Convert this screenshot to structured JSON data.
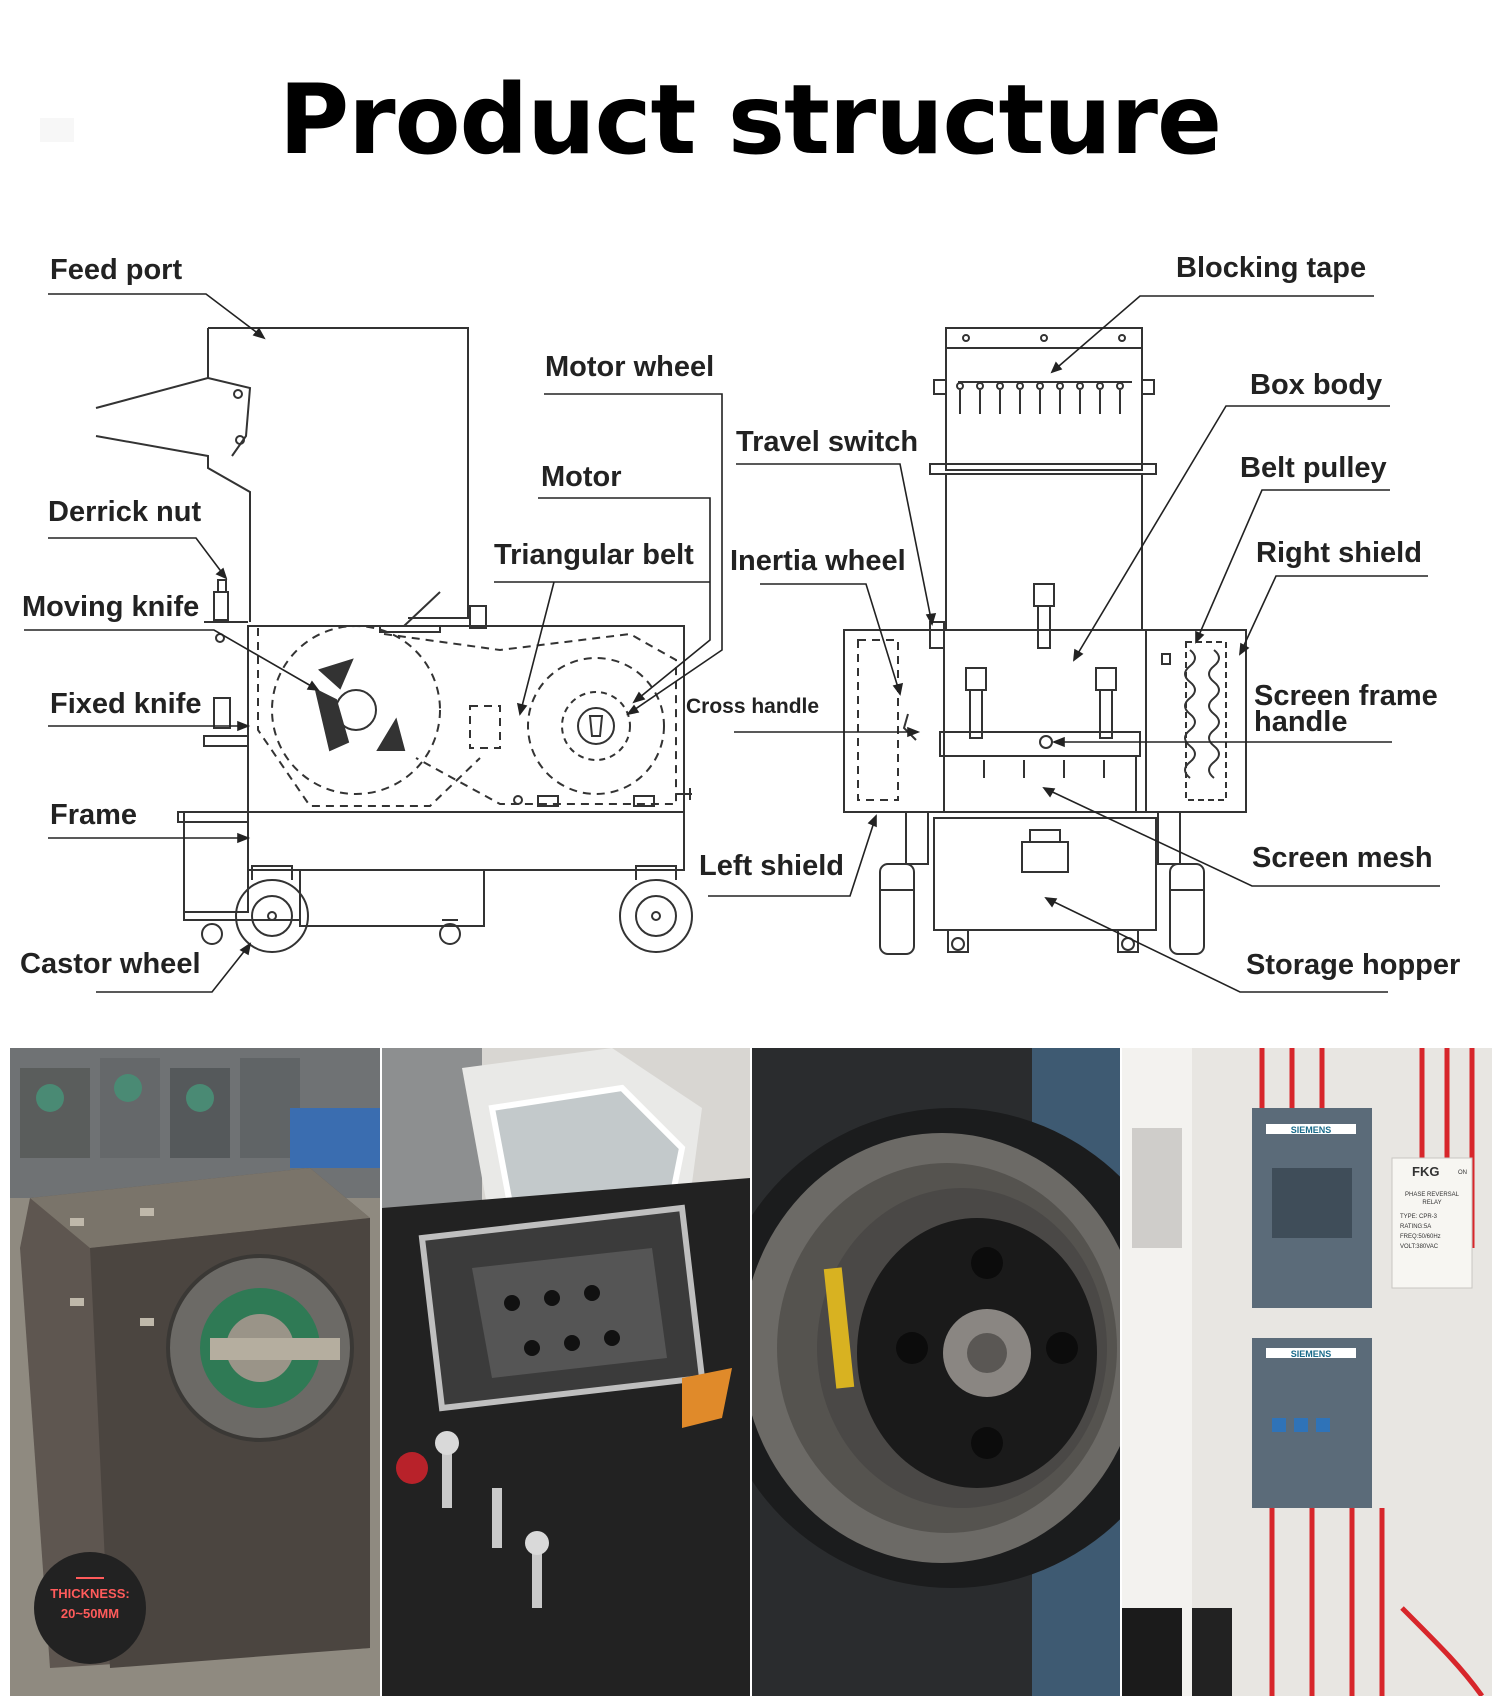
{
  "title": "Product structure",
  "labels": {
    "feed_port": "Feed port",
    "derrick_nut": "Derrick nut",
    "moving_knife": "Moving knife",
    "fixed_knife": "Fixed knife",
    "frame": "Frame",
    "castor_wheel": "Castor wheel",
    "motor_wheel": "Motor wheel",
    "motor": "Motor",
    "triangular_belt": "Triangular belt",
    "travel_switch": "Travel switch",
    "inertia_wheel": "Inertia wheel",
    "cross_handle": "Cross handle",
    "left_shield": "Left shield",
    "blocking_tape": "Blocking tape",
    "box_body": "Box body",
    "belt_pulley": "Belt pulley",
    "right_shield": "Right shield",
    "screen_frame_handle_1": "Screen frame",
    "screen_frame_handle_2": "handle",
    "screen_mesh": "Screen mesh",
    "storage_hopper": "Storage hopper"
  },
  "photos": {
    "thickness_label": "THICKNESS:",
    "thickness_value": "20~50MM",
    "brand_siemens": "SIEMENS",
    "brand_fkg": "FKG",
    "relay_title_1": "PHASE REVERSAL",
    "relay_title_2": "RELAY",
    "relay_type": "TYPE: CPR-3",
    "relay_rating": "RATING:5A",
    "relay_freq": "FREQ:50/60Hz",
    "relay_volt": "VOLT:380VAC",
    "relay_on": "ON"
  }
}
